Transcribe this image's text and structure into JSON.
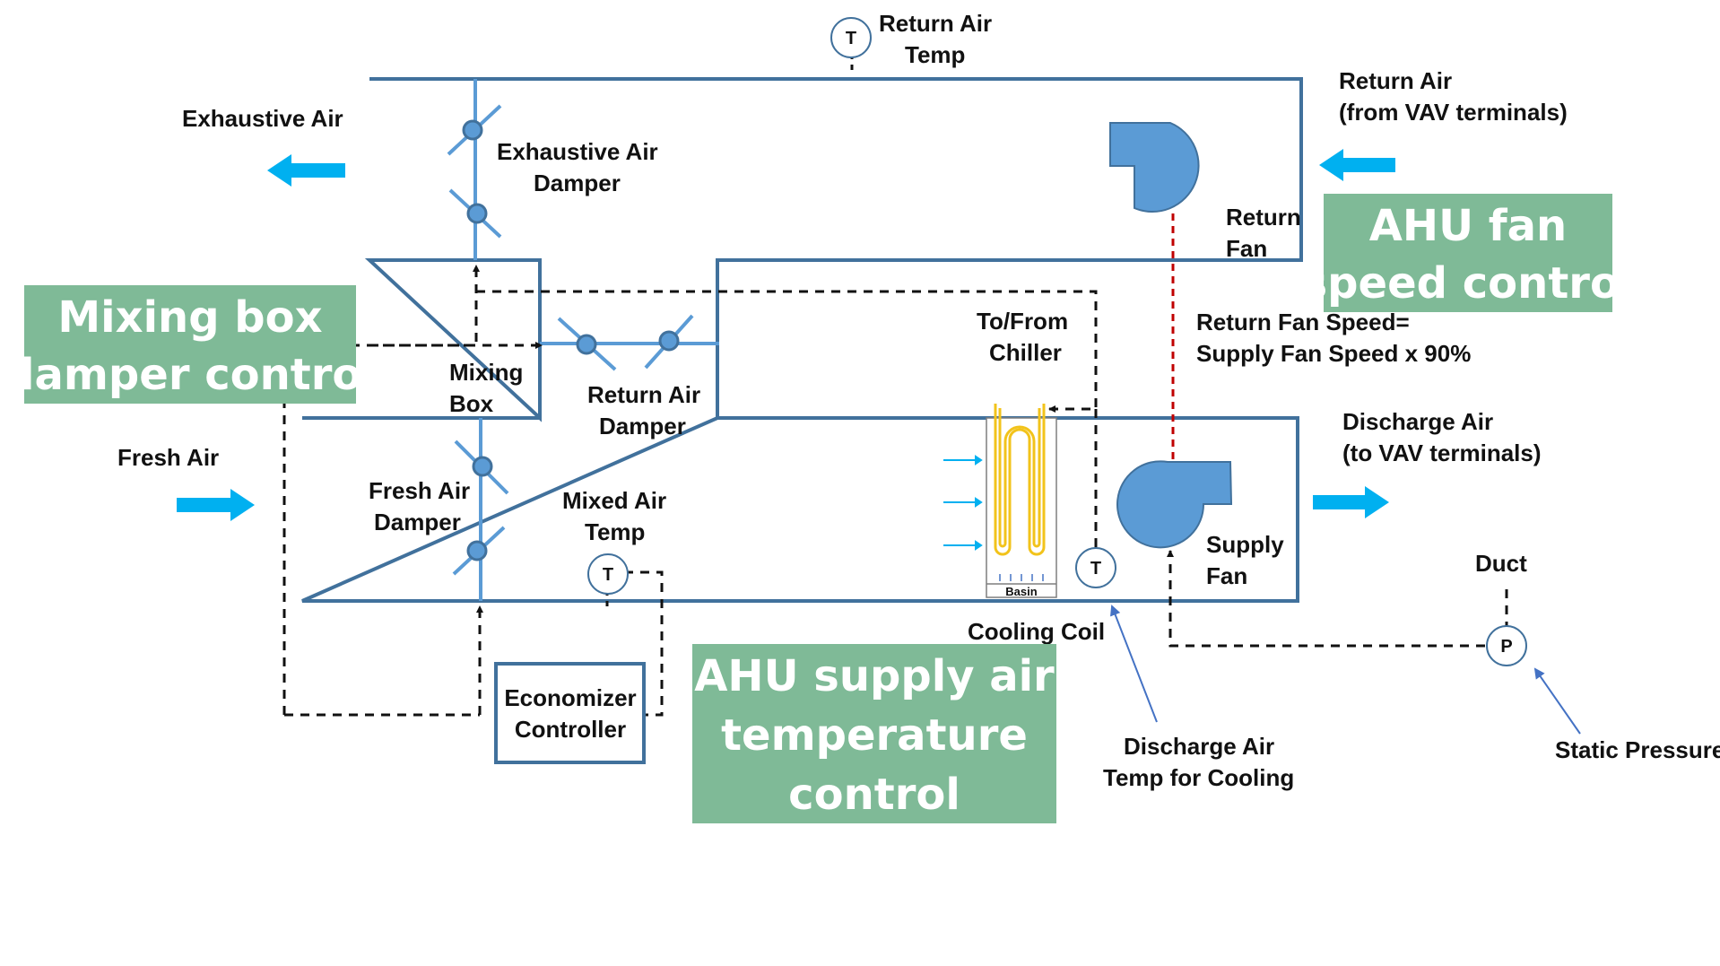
{
  "labels": {
    "return_air_temp_1": "Return Air",
    "return_air_temp_2": "Temp",
    "exhaustive_air": "Exhaustive Air",
    "exhaustive_air_damper_1": "Exhaustive Air",
    "exhaustive_air_damper_2": "Damper",
    "return_air_vav_1": "Return Air",
    "return_air_vav_2": "(from VAV terminals)",
    "return_fan_1": "Return",
    "return_fan_2": "Fan",
    "to_from_chiller_1": "To/From",
    "to_from_chiller_2": "Chiller",
    "return_fan_speed_1": "Return Fan Speed=",
    "return_fan_speed_2": "Supply Fan Speed x 90%",
    "mixing_box_1": "Mixing",
    "mixing_box_2": "Box",
    "return_air_damper_1": "Return Air",
    "return_air_damper_2": "Damper",
    "fresh_air": "Fresh Air",
    "fresh_air_damper_1": "Fresh Air",
    "fresh_air_damper_2": "Damper",
    "mixed_air_temp_1": "Mixed Air",
    "mixed_air_temp_2": "Temp",
    "discharge_air_1": "Discharge Air",
    "discharge_air_2": "(to VAV terminals)",
    "supply_fan_1": "Supply",
    "supply_fan_2": "Fan",
    "duct": "Duct",
    "cooling_coil": "Cooling Coil",
    "economizer_1": "Economizer",
    "economizer_2": "Controller",
    "discharge_temp_cooling_1": "Discharge Air",
    "discharge_temp_cooling_2": "Temp for Cooling",
    "static_pressure": "Static Pressure",
    "basin": "Basin",
    "sensor_t": "T",
    "sensor_p": "P"
  },
  "callouts": {
    "ahu_fan_1": "AHU fan",
    "ahu_fan_2": "speed control",
    "mixing_1": "Mixing box",
    "mixing_2": "damper control",
    "supply_temp_1": "AHU supply air",
    "supply_temp_2": "temperature",
    "supply_temp_3": "control"
  },
  "colors": {
    "duct": "#41719c",
    "component": "#5b9bd5",
    "flow_arrow": "#00b0f0",
    "callout_bg": "#7fba97",
    "signal": "#111111",
    "fan_link": "#c00000",
    "coil": "#f2c31b"
  }
}
